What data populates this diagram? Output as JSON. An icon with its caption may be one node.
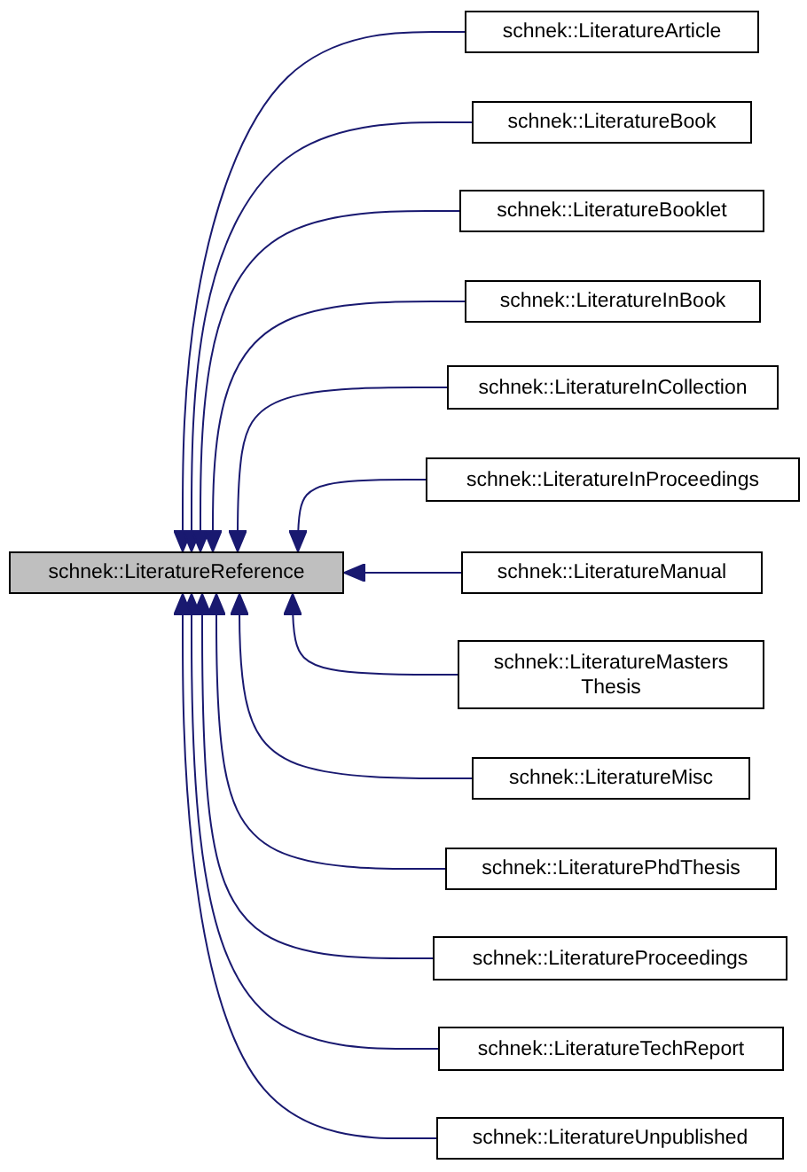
{
  "diagram": {
    "nodes": [
      {
        "text": [
          "schnek::LiteratureReference"
        ]
      },
      {
        "text": [
          "schnek::LiteratureArticle"
        ]
      },
      {
        "text": [
          "schnek::LiteratureBook"
        ]
      },
      {
        "text": [
          "schnek::LiteratureBooklet"
        ]
      },
      {
        "text": [
          "schnek::LiteratureInBook"
        ]
      },
      {
        "text": [
          "schnek::LiteratureInCollection"
        ]
      },
      {
        "text": [
          "schnek::LiteratureInProceedings"
        ]
      },
      {
        "text": [
          "schnek::LiteratureManual"
        ]
      },
      {
        "text": [
          "schnek::LiteratureMasters Thesis"
        ]
      },
      {
        "text": [
          "schnek::LiteratureMisc"
        ]
      },
      {
        "text": [
          "schnek::LiteraturePhdThesis"
        ]
      },
      {
        "text": [
          "schnek::LiteratureProceedings"
        ]
      },
      {
        "text": [
          "schnek::LiteratureTechReport"
        ]
      },
      {
        "text": [
          "schnek::LiteratureUnpublished"
        ]
      }
    ],
    "edges": [
      {
        "from": 1,
        "to": 0,
        "arrow": "to"
      },
      {
        "from": 2,
        "to": 0,
        "arrow": "to"
      },
      {
        "from": 3,
        "to": 0,
        "arrow": "to"
      },
      {
        "from": 4,
        "to": 0,
        "arrow": "to"
      },
      {
        "from": 5,
        "to": 0,
        "arrow": "to"
      },
      {
        "from": 6,
        "to": 0,
        "arrow": "to"
      },
      {
        "from": 7,
        "to": 0,
        "arrow": "to"
      },
      {
        "from": 8,
        "to": 0,
        "arrow": "to"
      },
      {
        "from": 9,
        "to": 0,
        "arrow": "to"
      },
      {
        "from": 10,
        "to": 0,
        "arrow": "to"
      },
      {
        "from": 11,
        "to": 0,
        "arrow": "to"
      },
      {
        "from": 12,
        "to": 0,
        "arrow": "to"
      },
      {
        "from": 13,
        "to": 0,
        "arrow": "to"
      }
    ]
  }
}
